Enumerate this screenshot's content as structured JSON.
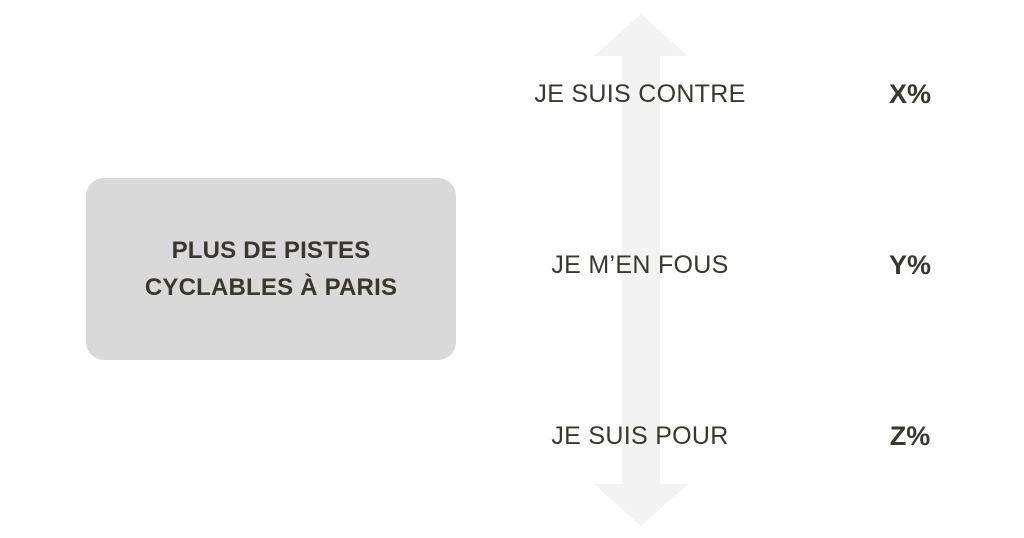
{
  "topic": {
    "lines": [
      "PLUS DE PISTES",
      "CYCLABLES À PARIS"
    ]
  },
  "scale": {
    "rows": [
      {
        "label": "JE SUIS CONTRE",
        "value": "X%"
      },
      {
        "label": "JE M’EN FOUS",
        "value": "Y%"
      },
      {
        "label": "JE SUIS POUR",
        "value": "Z%"
      }
    ]
  },
  "colors": {
    "text": "#3a3630",
    "box": "#d9d9d9",
    "arrow": "#f3f3f3",
    "background": "#ffffff"
  },
  "icons": {
    "scale_arrow": "double-headed-vertical-arrow-icon"
  }
}
